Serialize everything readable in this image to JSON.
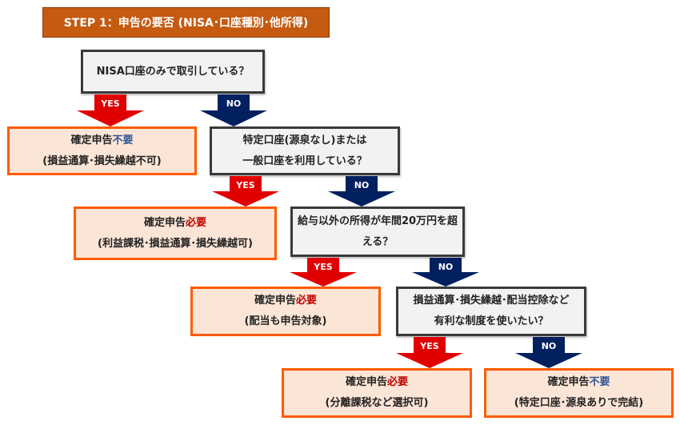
{
  "title": "STEP 1：申告の要否 (NISA･口座種別･他所得)",
  "colors": {
    "title_bg": "#C55A11",
    "yes_arrow": "#E00000",
    "no_arrow": "#002060",
    "result_border": "#FF5B00",
    "result_bg": "#FBE5D6",
    "required": "#C00000",
    "not_required": "#2F5597"
  },
  "questions": [
    {
      "lines": [
        "NISA口座のみで取引している？"
      ]
    },
    {
      "lines": [
        "特定口座(源泉なし)または",
        "一般口座を利用している？"
      ]
    },
    {
      "lines": [
        "給与以外の所得が年間20万円を超",
        "える？"
      ]
    },
    {
      "lines": [
        "損益通算･損失繰越･配当控除など",
        "有利な制度を使いたい？"
      ]
    }
  ],
  "arrows": {
    "yes_label": "YES",
    "no_label": "NO"
  },
  "results": [
    {
      "prefix": "確定申告",
      "status": "不要",
      "detail": "(損益通算･損失繰越不可)"
    },
    {
      "prefix": "確定申告",
      "status": "必要",
      "detail": "(利益課税･損益通算･損失繰越可)"
    },
    {
      "prefix": "確定申告",
      "status": "必要",
      "detail": "(配当も申告対象)"
    },
    {
      "prefix": "確定申告",
      "status": "必要",
      "detail": "(分離課税など選択可)"
    },
    {
      "prefix": "確定申告",
      "status": "不要",
      "detail": "(特定口座･源泉ありで完結)"
    }
  ]
}
